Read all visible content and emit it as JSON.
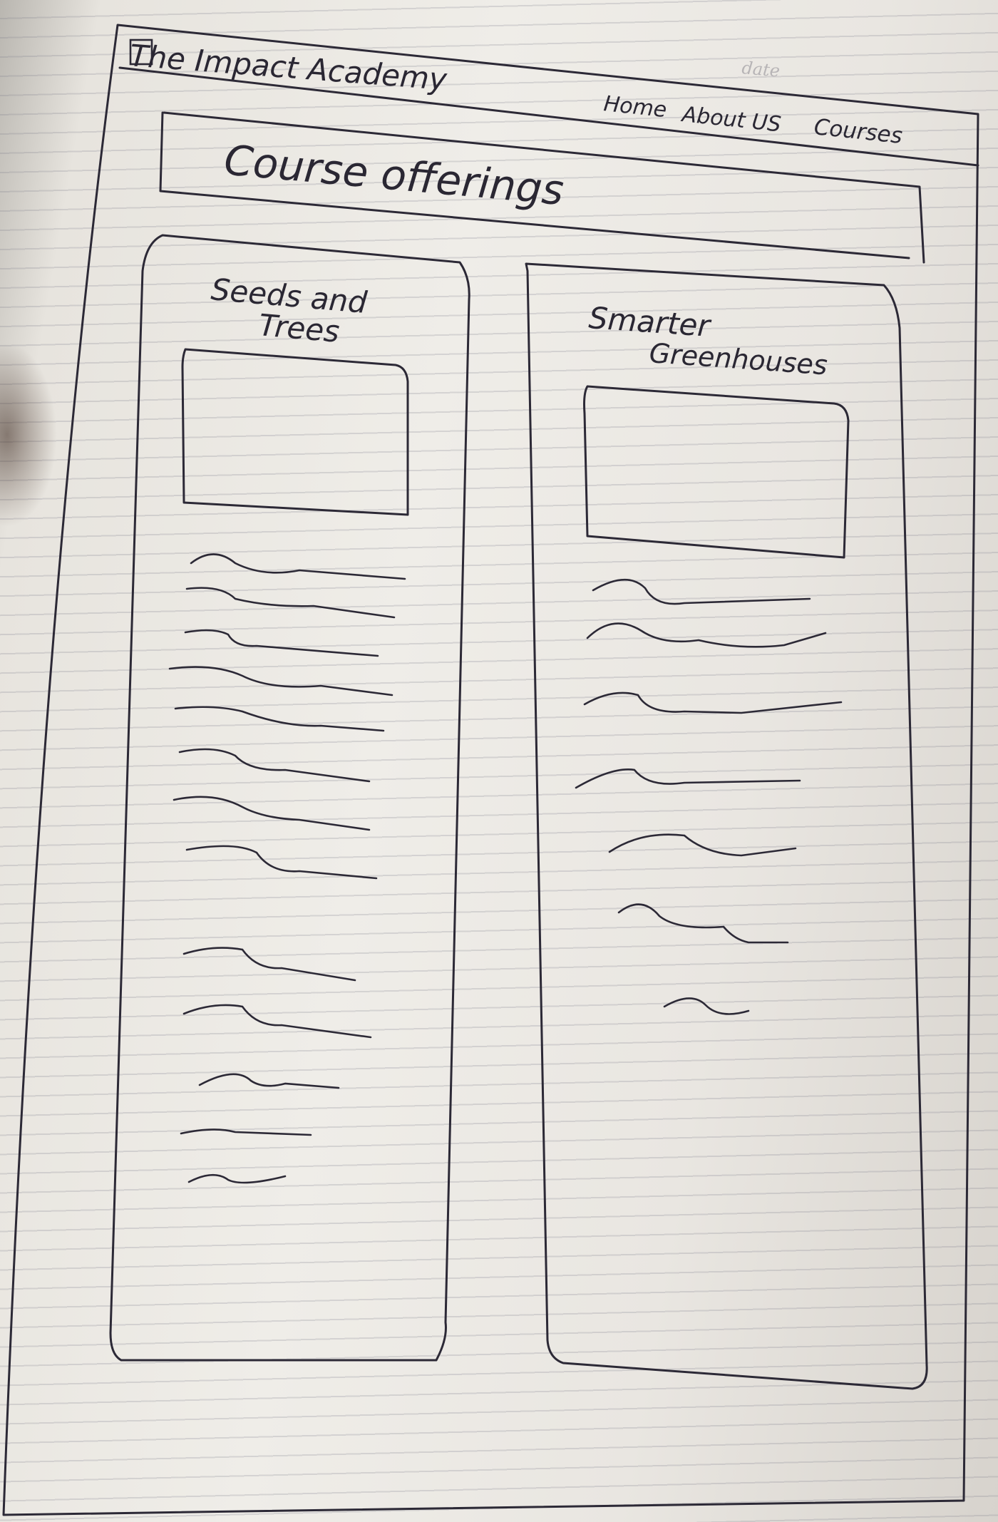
{
  "header": {
    "site_title": "The Impact Academy",
    "corner_mark": "date"
  },
  "nav": {
    "items": [
      {
        "label": "Home"
      },
      {
        "label": "About US"
      },
      {
        "label": "Courses"
      }
    ]
  },
  "banner": {
    "title": "Course offerings"
  },
  "courses": [
    {
      "title_line1": "Seeds and",
      "title_line2": "Trees",
      "image_icon": "image-placeholder-icon",
      "text_lines": 13
    },
    {
      "title_line1": "Smarter",
      "title_line2": "Greenhouses",
      "image_icon": "image-placeholder-icon",
      "text_lines": 7
    }
  ],
  "colors": {
    "ink": "#2c2936",
    "paper": "#efede8"
  }
}
